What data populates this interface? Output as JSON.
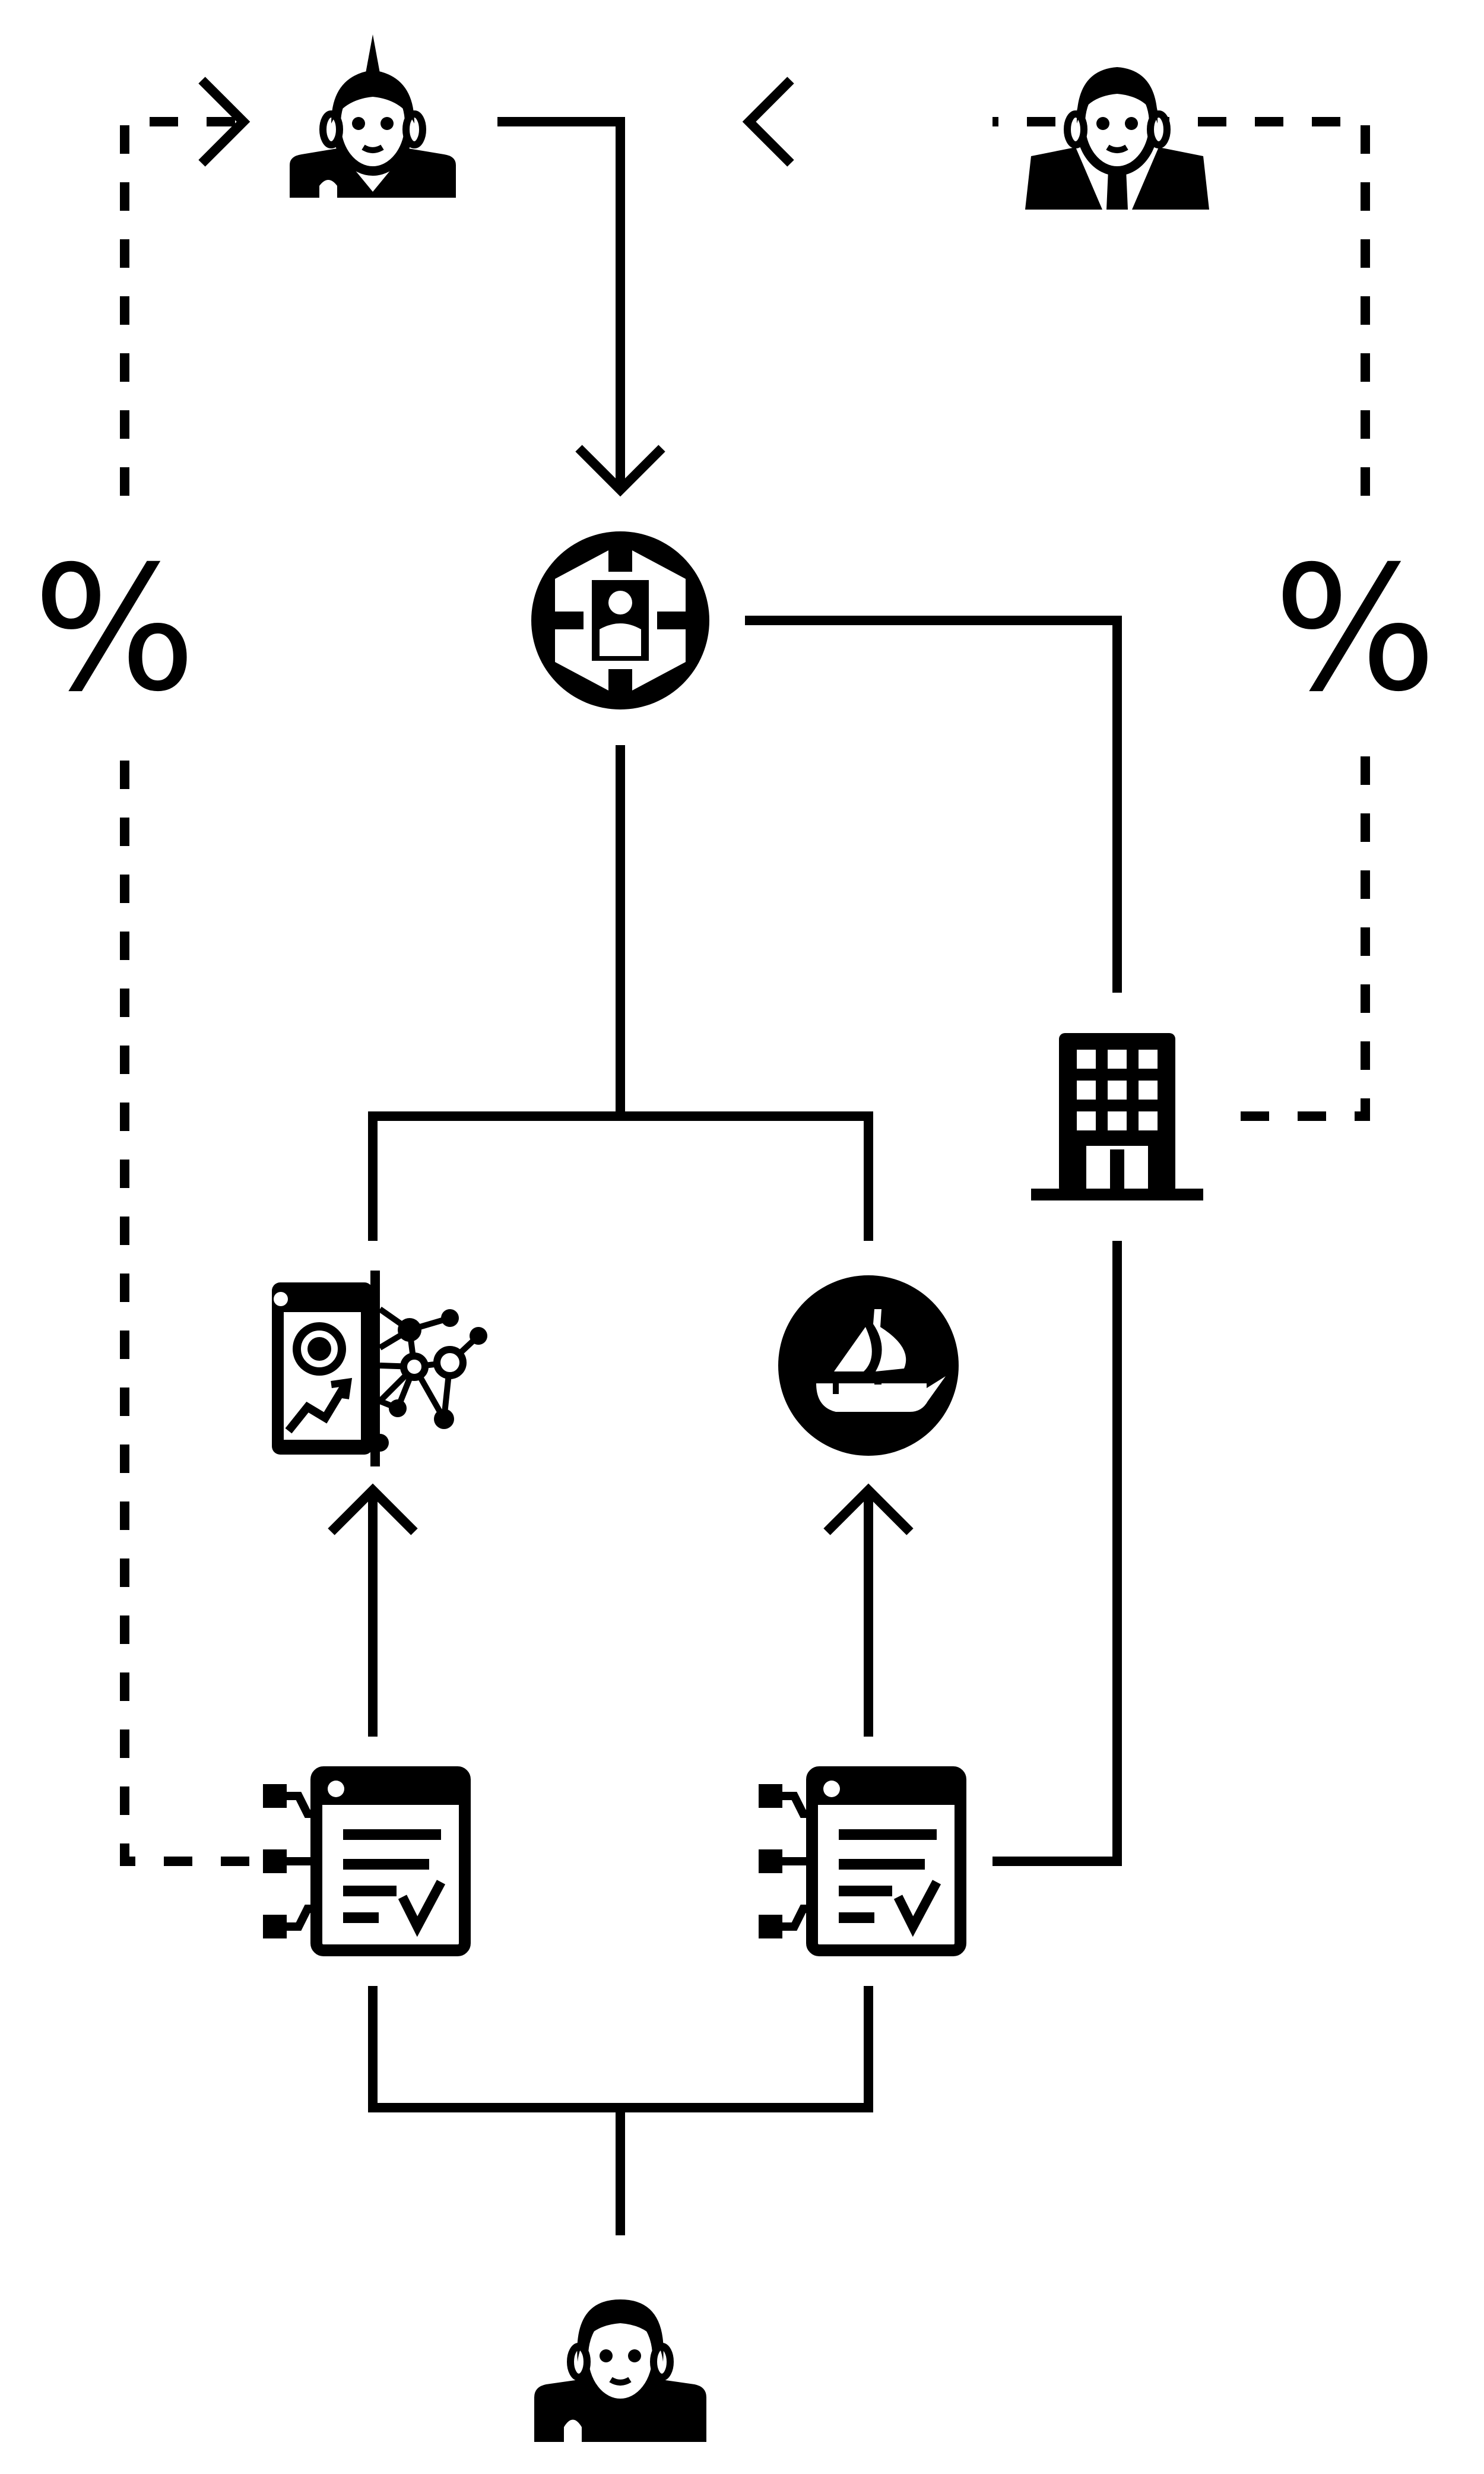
{
  "labels": {
    "left_percent": "%",
    "right_percent": "%"
  },
  "nodes": [
    {
      "id": "woman-user",
      "icon": "woman-user-icon"
    },
    {
      "id": "businessman",
      "icon": "businessman-icon"
    },
    {
      "id": "global-platform",
      "icon": "globe-person-icon"
    },
    {
      "id": "company",
      "icon": "office-building-icon"
    },
    {
      "id": "nft-art",
      "icon": "nft-image-network-icon"
    },
    {
      "id": "opensea",
      "icon": "opensea-ship-icon"
    },
    {
      "id": "smart-contract-left",
      "icon": "smart-contract-icon"
    },
    {
      "id": "smart-contract-right",
      "icon": "smart-contract-icon"
    },
    {
      "id": "creator",
      "icon": "man-user-icon"
    }
  ],
  "colors": {
    "stroke": "#000000",
    "background": "#ffffff"
  }
}
